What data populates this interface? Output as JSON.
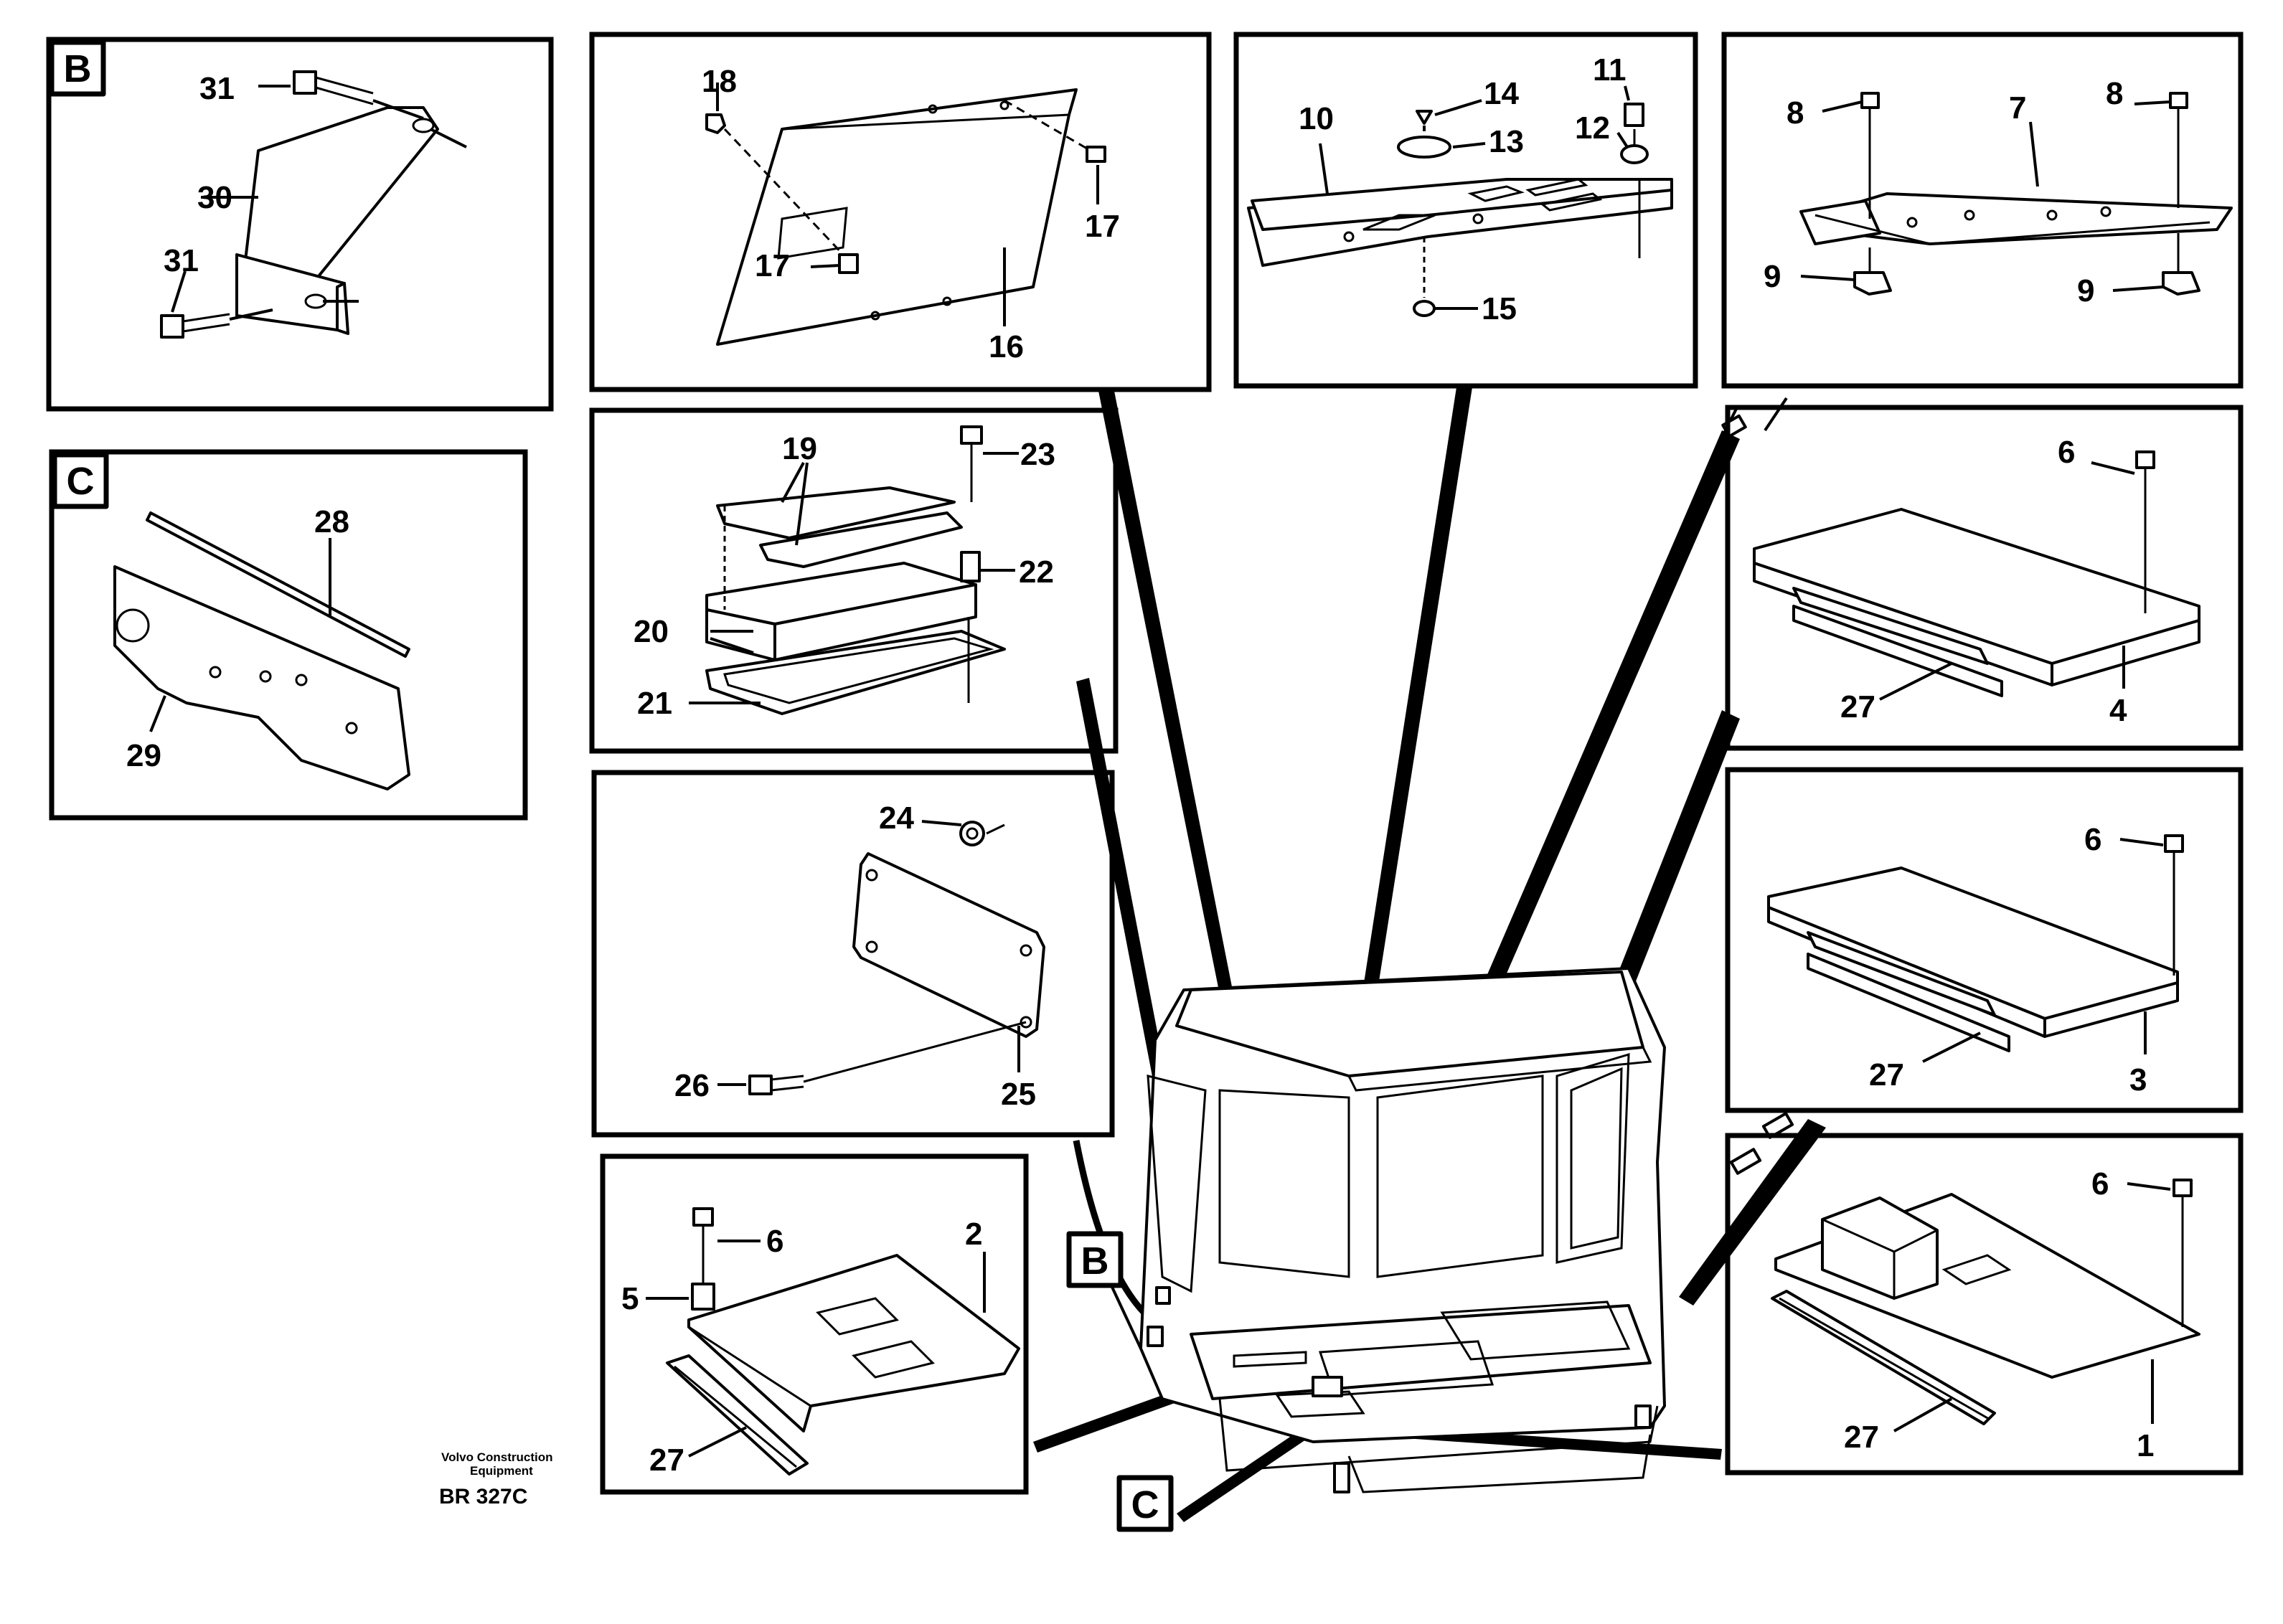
{
  "callouts": {
    "p1": "1",
    "p2": "2",
    "p3": "3",
    "p4": "4",
    "p5": "5",
    "p6a": "6",
    "p6b": "6",
    "p6c": "6",
    "p6d": "6",
    "p7": "7",
    "p8a": "8",
    "p8b": "8",
    "p9a": "9",
    "p9b": "9",
    "p10": "10",
    "p11": "11",
    "p12": "12",
    "p13": "13",
    "p14": "14",
    "p15": "15",
    "p16": "16",
    "p17a": "17",
    "p17b": "17",
    "p18": "18",
    "p19": "19",
    "p20": "20",
    "p21": "21",
    "p22": "22",
    "p23": "23",
    "p24": "24",
    "p25": "25",
    "p26": "26",
    "p27a": "27",
    "p27b": "27",
    "p27c": "27",
    "p27d": "27",
    "p28": "28",
    "p29": "29",
    "p30": "30",
    "p31a": "31",
    "p31b": "31"
  },
  "view_tags": {
    "b_panel": "B",
    "c_panel": "C",
    "b_main": "B",
    "c_main": "C"
  },
  "footer": {
    "company_line1": "Volvo Construction",
    "company_line2": "Equipment",
    "drawing_code": "BR 327C"
  }
}
